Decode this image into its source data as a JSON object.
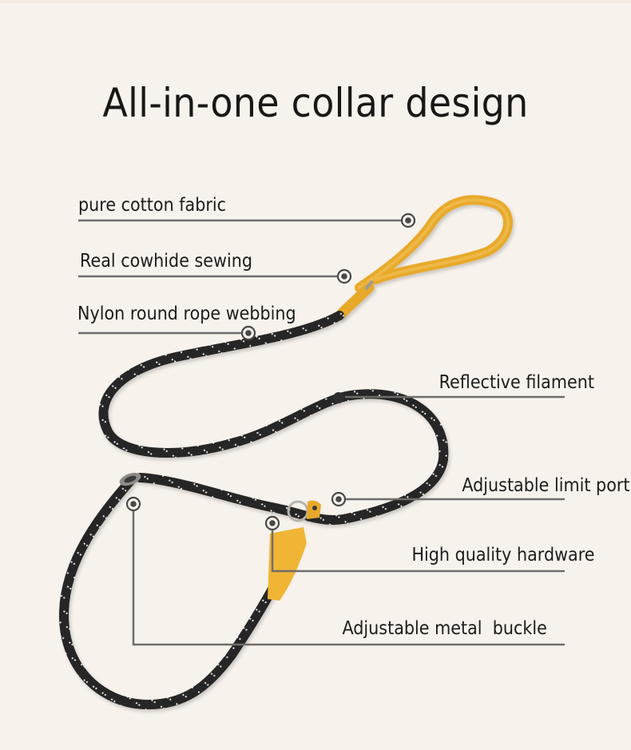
{
  "title": "All-in-one collar design",
  "colors": {
    "background": "#f7f2ec",
    "rope": "#262626",
    "reflective": "#e8e8e8",
    "leather": "#e8a92a",
    "callout_line": "#6f6d6b",
    "callout_dot": "#4a4846"
  },
  "callouts": [
    {
      "id": "pure-cotton-fabric",
      "label": "pure cotton fabric"
    },
    {
      "id": "real-cowhide-sewing",
      "label": "Real cowhide sewing"
    },
    {
      "id": "nylon-round-rope-webbing",
      "label": "Nylon round rope webbing"
    },
    {
      "id": "reflective-filament",
      "label": "Reflective filament"
    },
    {
      "id": "adjustable-limit-port",
      "label": "Adjustable limit port"
    },
    {
      "id": "high-quality-hardware",
      "label": "High quality hardware"
    },
    {
      "id": "adjustable-metal-buckle",
      "label": "Adjustable metal  buckle"
    }
  ]
}
